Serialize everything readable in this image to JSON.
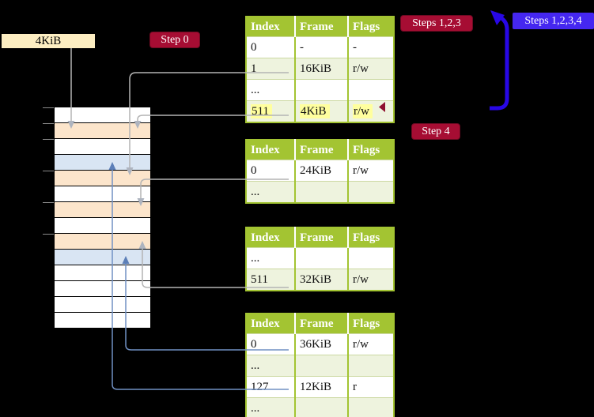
{
  "diagram": {
    "title_hint": "page-table walk diagram",
    "page_size_label": "4KiB",
    "badges": {
      "step0": {
        "text": "Step 0"
      },
      "steps123": {
        "text": "Steps 1,2,3"
      },
      "steps1234": {
        "text": "Steps 1,2,3,4"
      },
      "step4": {
        "text": "Step 4"
      }
    },
    "colors": {
      "green": "#a3c432",
      "row_shade": "#eef3de",
      "highlight": "#ffff9e",
      "badge_red": "#a60d33",
      "badge_blue": "#4527f0",
      "wheat": "#fdeec2",
      "cell_white": "#ffffff",
      "cell_peach": "#fce5cb",
      "cell_blue": "#d9e5f3",
      "line_gray": "#b4b4b4",
      "line_blue": "#7191c4",
      "arrow_blue": "#2807e6",
      "mini_arrow_red": "#8e1030"
    },
    "memory": {
      "cell_colors": [
        "white",
        "peach",
        "white",
        "blue",
        "peach",
        "white",
        "peach",
        "white",
        "peach",
        "blue",
        "white",
        "white",
        "white",
        "white"
      ],
      "tick_ys": [
        136,
        156,
        176,
        216,
        256,
        296
      ]
    },
    "tables": [
      {
        "name": "page-table-top",
        "headers": [
          "Index",
          "Frame",
          "Flags"
        ],
        "rows": [
          {
            "cells": [
              "0",
              "-",
              "-"
            ],
            "shaded": false,
            "highlight": false
          },
          {
            "cells": [
              "1",
              "16KiB",
              "r/w"
            ],
            "shaded": true,
            "highlight": false
          },
          {
            "cells": [
              "...",
              "",
              ""
            ],
            "shaded": false,
            "highlight": false
          },
          {
            "cells": [
              "511",
              "4KiB",
              "r/w"
            ],
            "shaded": true,
            "highlight": true
          }
        ]
      },
      {
        "name": "page-table-second",
        "headers": [
          "Index",
          "Frame",
          "Flags"
        ],
        "rows": [
          {
            "cells": [
              "0",
              "24KiB",
              "r/w"
            ],
            "shaded": false,
            "highlight": false
          },
          {
            "cells": [
              "...",
              "",
              ""
            ],
            "shaded": true,
            "highlight": false
          }
        ]
      },
      {
        "name": "page-table-third",
        "headers": [
          "Index",
          "Frame",
          "Flags"
        ],
        "rows": [
          {
            "cells": [
              "...",
              "",
              ""
            ],
            "shaded": false,
            "highlight": false
          },
          {
            "cells": [
              "511",
              "32KiB",
              "r/w"
            ],
            "shaded": true,
            "highlight": false
          }
        ]
      },
      {
        "name": "page-table-fourth",
        "headers": [
          "Index",
          "Frame",
          "Flags"
        ],
        "rows": [
          {
            "cells": [
              "0",
              "36KiB",
              "r/w"
            ],
            "shaded": false,
            "highlight": false
          },
          {
            "cells": [
              "...",
              "",
              ""
            ],
            "shaded": true,
            "highlight": false
          },
          {
            "cells": [
              "127",
              "12KiB",
              "r"
            ],
            "shaded": false,
            "highlight": false
          },
          {
            "cells": [
              "...",
              "",
              ""
            ],
            "shaded": true,
            "highlight": false
          }
        ]
      }
    ]
  }
}
